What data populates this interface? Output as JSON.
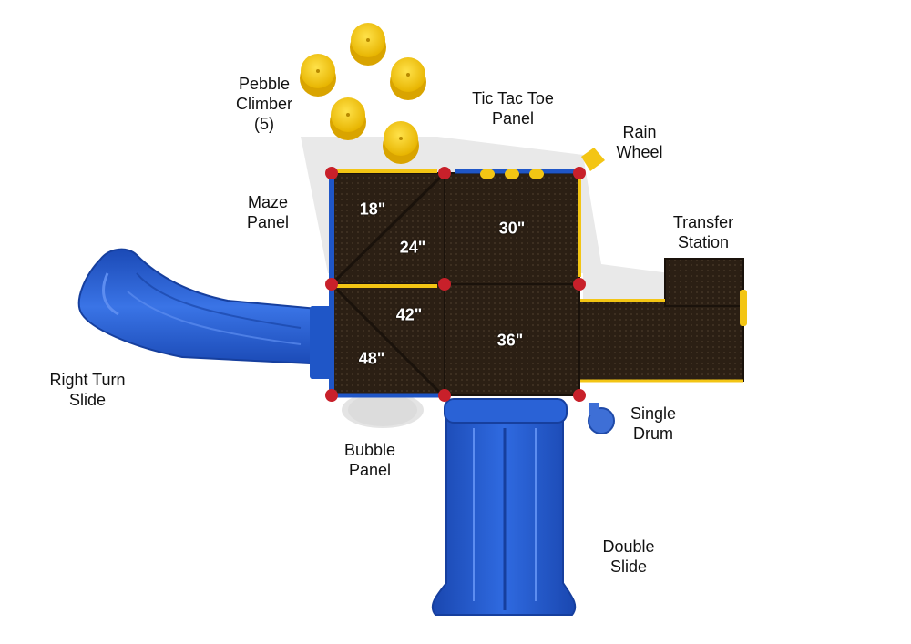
{
  "callouts": {
    "pebble_climber": [
      "Pebble",
      "Climber",
      "(5)"
    ],
    "tic_tac_toe": [
      "Tic Tac Toe",
      "Panel"
    ],
    "rain_wheel": [
      "Rain",
      "Wheel"
    ],
    "maze_panel": [
      "Maze",
      "Panel"
    ],
    "transfer_station": [
      "Transfer",
      "Station"
    ],
    "right_turn_slide": [
      "Right Turn",
      "Slide"
    ],
    "single_drum": [
      "Single",
      "Drum"
    ],
    "bubble_panel": [
      "Bubble",
      "Panel"
    ],
    "double_slide": [
      "Double",
      "Slide"
    ]
  },
  "deck_heights": {
    "h18": "18\"",
    "h24": "24\"",
    "h30": "30\"",
    "h42": "42\"",
    "h48": "48\"",
    "h36": "36\""
  },
  "colors": {
    "deck": "#2b1f14",
    "blue": "#1f56c7",
    "yellow": "#f3c514",
    "red": "#c8202a"
  }
}
